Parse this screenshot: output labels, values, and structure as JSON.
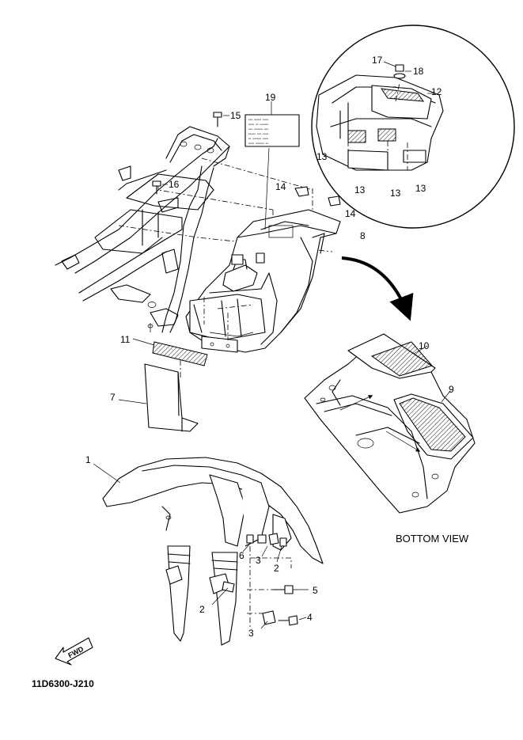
{
  "diagram": {
    "code": "11D6300-J210",
    "bottom_view_label": "BOTTOM VIEW",
    "fwd_label": "FWD",
    "callouts": {
      "c1": "1",
      "c2a": "2",
      "c2b": "2",
      "c3a": "3",
      "c3b": "3",
      "c4": "4",
      "c5": "5",
      "c6": "6",
      "c7": "7",
      "c8": "8",
      "c9": "9",
      "c10": "10",
      "c11": "11",
      "c12": "12",
      "c13a": "13",
      "c13b": "13",
      "c13c": "13",
      "c13d": "13",
      "c14a": "14",
      "c14b": "14",
      "c15": "15",
      "c16": "16",
      "c17": "17",
      "c18": "18",
      "c19": "19"
    }
  }
}
